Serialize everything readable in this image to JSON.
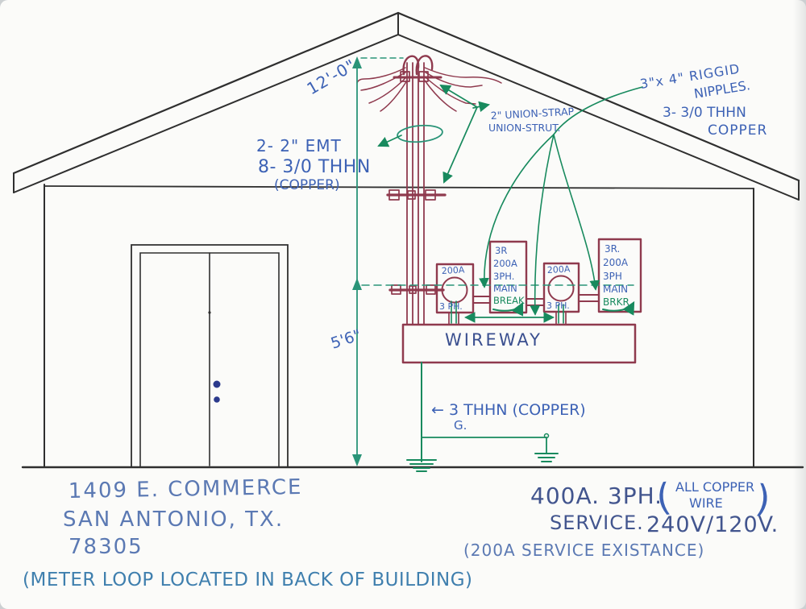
{
  "colors": {
    "ink": "#2f2f2f",
    "maroon": "#8f3a4e",
    "teal": "#2a9478",
    "green": "#188a5e",
    "blue_handwriting": "#3d62b5",
    "navy_handwriting": "#3a4f8f",
    "soft_blue_handwriting": "#5b79b3"
  },
  "drawing": {
    "dimensions": {
      "mast_height": "12'-0\"",
      "meter_height": "5'6\""
    },
    "conduit_note": {
      "line1": "2- 2\" EMT",
      "line2": "8- 3/0 THHN",
      "line3": "(COPPER)"
    },
    "union_note": {
      "line1": "2\" UNION-STRAP",
      "line2": "UNION-STRUT."
    },
    "nipples_note": {
      "line1": "3\"x 4\" RIGGID",
      "line2": "NIPPLES.",
      "line3": "3- 3/0 THHN",
      "line4": "COPPER"
    },
    "wireway": {
      "label": "WIREWAY"
    },
    "ground_note": {
      "line1": "← 3 THHN (COPPER)",
      "line2": "G."
    },
    "meters": [
      {
        "rating": "200A",
        "phase": "3 PH."
      },
      {
        "rating": "200A",
        "phase": "3 PH."
      }
    ],
    "panels": [
      {
        "lines": [
          "3R",
          "200A",
          "3PH.",
          "MAIN",
          "BREAK"
        ]
      },
      {
        "lines": [
          "3R.",
          "200A",
          "3PH",
          "MAIN",
          "BRKR"
        ]
      }
    ]
  },
  "footer": {
    "address": {
      "line1": "1409 E. COMMERCE",
      "line2": "SAN ANTONIO, TX.",
      "line3": "78305"
    },
    "meter_location_note": "(METER LOOP LOCATED IN BACK OF BUILDING)",
    "service": {
      "rating": "400A. 3PH.",
      "wire_note_open": "(",
      "wire_note_line1": "ALL COPPER",
      "wire_note_line2": "WIRE",
      "wire_note_close": ")",
      "label": "SERVICE.",
      "voltage": "240V/120V.",
      "existing_note": "(200A SERVICE EXISTANCE)"
    }
  }
}
